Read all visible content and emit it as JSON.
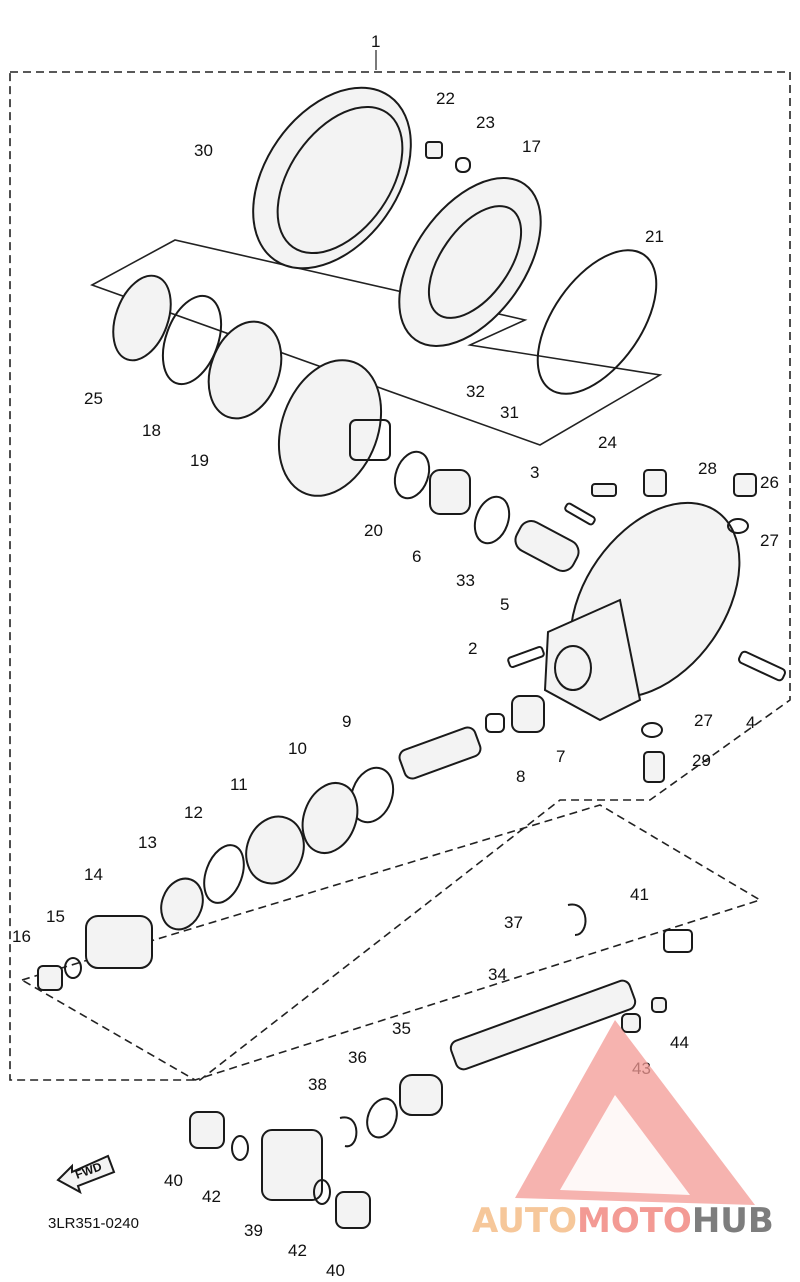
{
  "diagram": {
    "assembly_label": "1",
    "part_labels": [
      "2",
      "3",
      "4",
      "5",
      "6",
      "7",
      "8",
      "9",
      "10",
      "11",
      "12",
      "13",
      "14",
      "15",
      "16",
      "17",
      "18",
      "19",
      "20",
      "21",
      "22",
      "23",
      "24",
      "25",
      "26",
      "27",
      "28",
      "29",
      "30",
      "31",
      "32",
      "33",
      "34",
      "35",
      "36",
      "37",
      "38",
      "39",
      "40",
      "41",
      "42",
      "43",
      "44"
    ],
    "direction_label": "FWD",
    "code": "3LR351-0240"
  },
  "watermark": {
    "brand_a": "AUTO",
    "brand_b": "MOTO",
    "brand_c": "HUB",
    "colors": {
      "auto": "#f6c79a",
      "moto": "#f39a94",
      "hub": "#7d7d7d"
    }
  }
}
